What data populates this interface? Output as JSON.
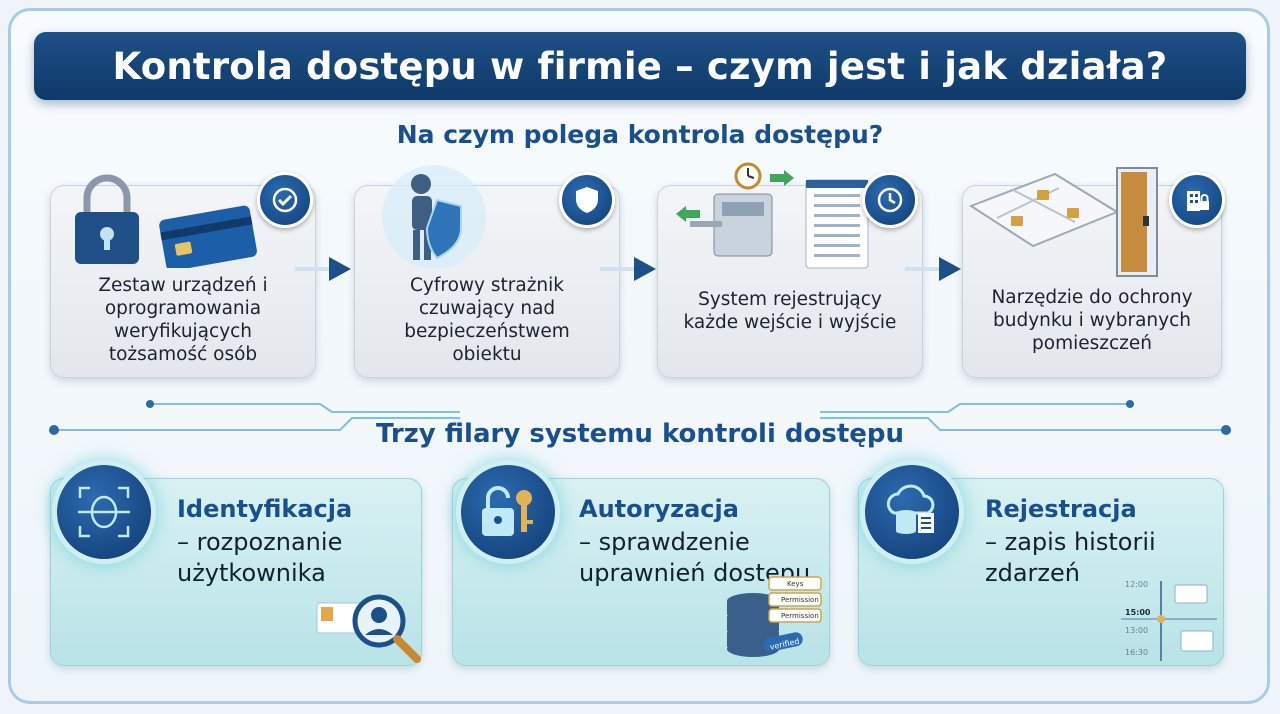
{
  "header": {
    "title": "Kontrola dostępu w firmie – czym jest i jak działa?"
  },
  "section1": {
    "heading": "Na czym polega kontrola dostępu?",
    "cards": [
      {
        "text": "Zestaw urządzeń i oprogramowania weryfikujących tożsamość osób",
        "badge_icon": "check-shield-icon"
      },
      {
        "text": "Cyfrowy strażnik czuwający nad bezpieczeństwem obiektu",
        "badge_icon": "shield-icon"
      },
      {
        "text": "System rejestrujący każde wejście i wyjście",
        "badge_icon": "clock-history-icon"
      },
      {
        "text": "Narzędzie do ochrony budynku i wybranych pomieszczeń",
        "badge_icon": "building-lock-icon"
      }
    ]
  },
  "section2": {
    "heading": "Trzy filary systemu kontroli dostępu",
    "pillars": [
      {
        "title": "Identyfikacja",
        "desc": "– rozpoznanie użytkownika",
        "icon": "face-scan-icon"
      },
      {
        "title": "Autoryzacja",
        "desc": "– sprawdzenie uprawnień dostępu",
        "icon": "lock-key-icon"
      },
      {
        "title": "Rejestracja",
        "desc": "– zapis historii zdarzeń",
        "icon": "cloud-database-icon"
      }
    ]
  },
  "illustration_labels": {
    "permissions": [
      "Keys",
      "Permission",
      "Permission"
    ],
    "verified": "verified",
    "timeline": [
      "12:00",
      "15:00",
      "13:00",
      "16:30"
    ]
  },
  "colors": {
    "primary": "#1a4f8f",
    "title_bar": "#0f3a6a",
    "accent_cyan": "#7fd8e0",
    "card_bg": "#e8ecf0",
    "pillar_bg": "#c6e9ec"
  }
}
